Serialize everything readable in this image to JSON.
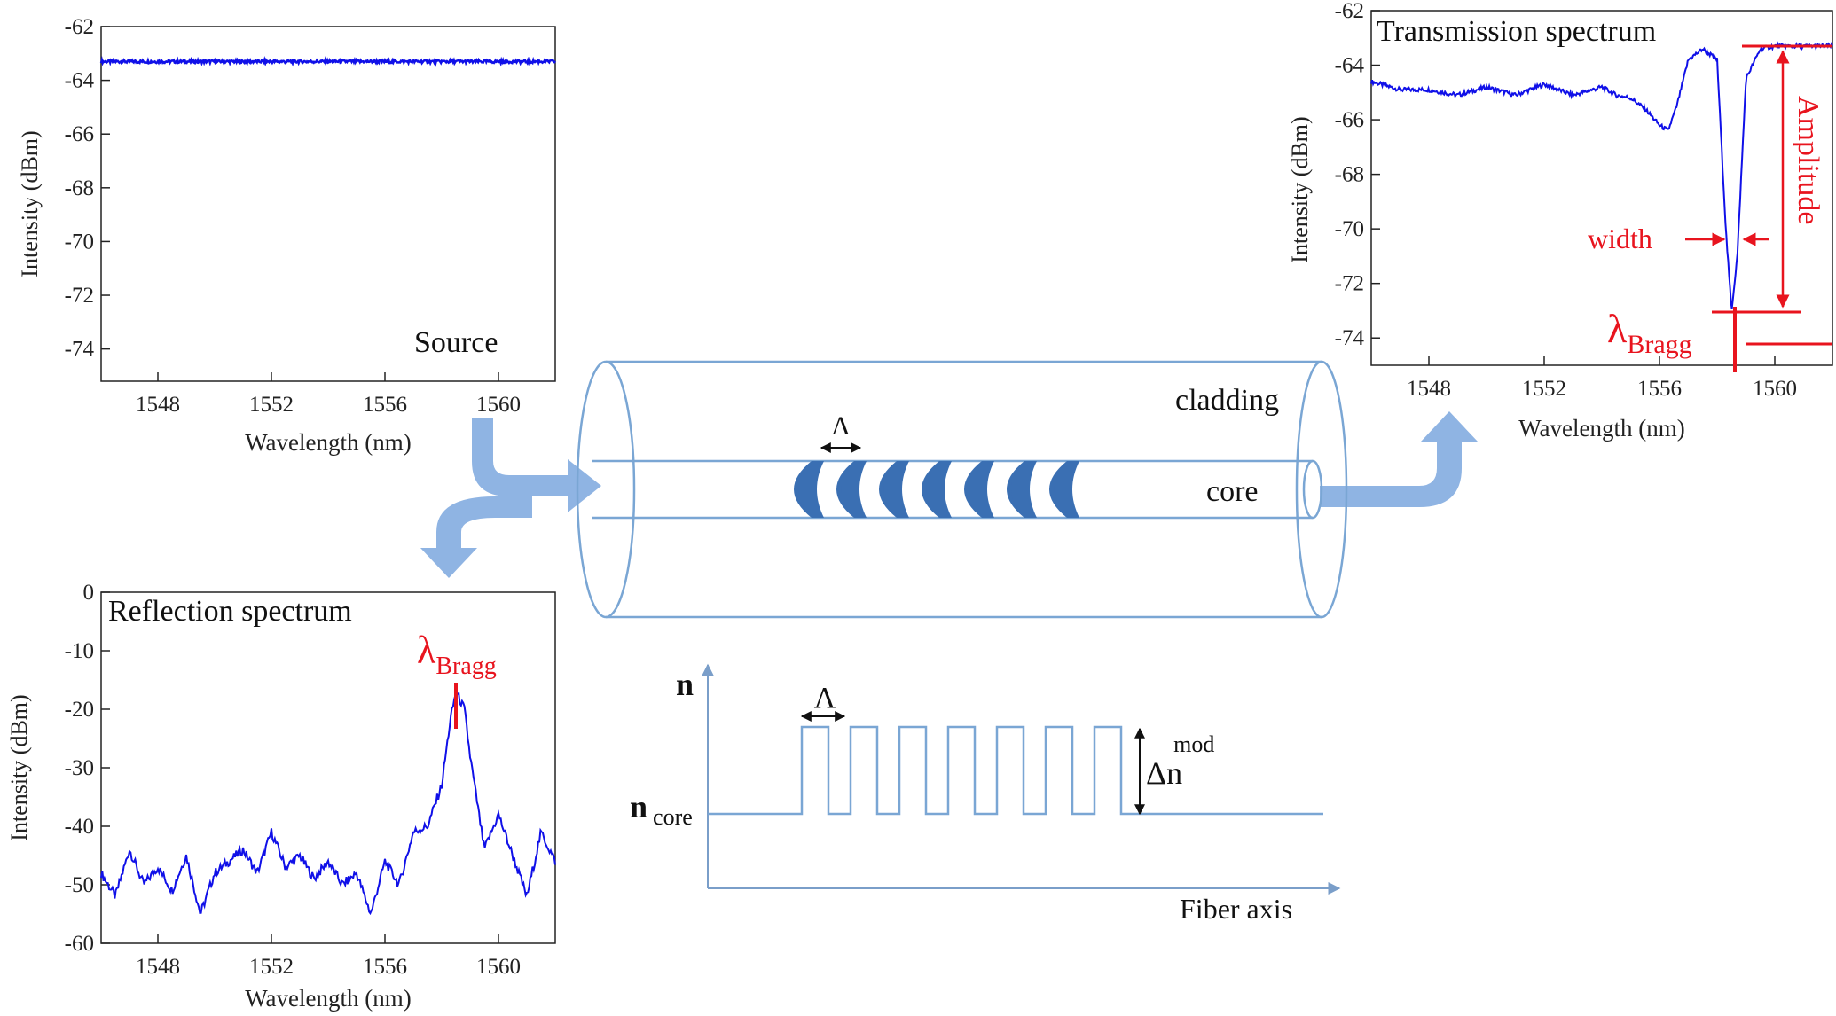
{
  "colors": {
    "spectrum": "#1010e8",
    "annotation": "#e8141e",
    "arrow": "#8fb4e3",
    "grating": "#3a6fb3",
    "fiber_outline": "#7aa6d4",
    "index_profile": "#7aa6d4"
  },
  "source_plot": {
    "title": "Source",
    "xlabel": "Wavelength (nm)",
    "ylabel": "Intensity (dBm)",
    "xticks": [
      "1548",
      "1552",
      "1556",
      "1560"
    ],
    "yticks": [
      "-62",
      "-64",
      "-66",
      "-68",
      "-70",
      "-72",
      "-74"
    ]
  },
  "reflection_plot": {
    "title": "Reflection spectrum",
    "xlabel": "Wavelength (nm)",
    "ylabel": "Intensity (dBm)",
    "xticks": [
      "1548",
      "1552",
      "1556",
      "1560"
    ],
    "yticks": [
      "0",
      "-10",
      "-20",
      "-30",
      "-40",
      "-50",
      "-60"
    ],
    "lambda_symbol": "λ",
    "lambda_sub": "Bragg"
  },
  "transmission_plot": {
    "title": "Transmission spectrum",
    "xlabel": "Wavelength (nm)",
    "ylabel": "Intensity (dBm)",
    "xticks": [
      "1548",
      "1552",
      "1556",
      "1560"
    ],
    "yticks": [
      "-62",
      "-64",
      "-66",
      "-68",
      "-70",
      "-72",
      "-74"
    ],
    "width_label": "width",
    "amplitude_label": "Amplitude",
    "lambda_symbol": "λ",
    "lambda_sub": "Bragg"
  },
  "fiber": {
    "cladding_label": "cladding",
    "core_label": "core",
    "period_symbol": "Λ"
  },
  "index_profile": {
    "n_label": "n",
    "n_core_main": "n",
    "n_core_sub": "core",
    "period_symbol": "Λ",
    "delta_main": "Δn",
    "delta_sup": "mod",
    "x_axis_label": "Fiber axis"
  },
  "chart_data": [
    {
      "type": "line",
      "title": "Source",
      "xlabel": "Wavelength (nm)",
      "ylabel": "Intensity (dBm)",
      "xlim": [
        1546,
        1562
      ],
      "ylim": [
        -75.2,
        -62
      ],
      "series": [
        {
          "x": [
            1546,
            1548,
            1550,
            1552,
            1554,
            1556,
            1558,
            1560,
            1562
          ],
          "values": [
            -63.3,
            -63.3,
            -63.3,
            -63.3,
            -63.3,
            -63.3,
            -63.3,
            -63.3,
            -63.3
          ]
        }
      ]
    },
    {
      "type": "line",
      "title": "Reflection spectrum",
      "xlabel": "Wavelength (nm)",
      "ylabel": "Intensity (dBm)",
      "xlim": [
        1546,
        1562
      ],
      "ylim": [
        -60,
        0
      ],
      "series": [
        {
          "x": [
            1546,
            1546.5,
            1547,
            1547.5,
            1548,
            1548.5,
            1549,
            1549.5,
            1550,
            1550.5,
            1551,
            1551.5,
            1552,
            1552.5,
            1553,
            1553.5,
            1554,
            1554.5,
            1555,
            1555.5,
            1556,
            1556.5,
            1557,
            1557.5,
            1558,
            1558.3,
            1558.5,
            1558.8,
            1559,
            1559.5,
            1560,
            1560.5,
            1561,
            1561.5,
            1562
          ],
          "values": [
            -48,
            -52,
            -44,
            -50,
            -47,
            -51,
            -45,
            -55,
            -48,
            -46,
            -44,
            -48,
            -41,
            -47,
            -45,
            -49,
            -46,
            -50,
            -48,
            -55,
            -46,
            -50,
            -41,
            -40,
            -33,
            -22,
            -17,
            -20,
            -28,
            -44,
            -38,
            -45,
            -52,
            -41,
            -46
          ]
        }
      ]
    },
    {
      "type": "line",
      "title": "Transmission spectrum",
      "xlabel": "Wavelength (nm)",
      "ylabel": "Intensity (dBm)",
      "xlim": [
        1546,
        1562
      ],
      "ylim": [
        -75,
        -62
      ],
      "series": [
        {
          "x": [
            1546,
            1547,
            1548,
            1549,
            1550,
            1551,
            1552,
            1553,
            1554,
            1554.5,
            1555,
            1555.5,
            1556,
            1556.3,
            1556.6,
            1557,
            1557.5,
            1558,
            1558.3,
            1558.5,
            1558.7,
            1559,
            1559.5,
            1560,
            1561,
            1562
          ],
          "values": [
            -64.6,
            -64.9,
            -64.9,
            -65.1,
            -64.8,
            -65.1,
            -64.7,
            -65.1,
            -64.8,
            -65.1,
            -65.2,
            -65.6,
            -66.2,
            -66.4,
            -65.5,
            -63.8,
            -63.4,
            -63.8,
            -70.0,
            -73.0,
            -71.0,
            -64.5,
            -63.4,
            -63.3,
            -63.3,
            -63.3
          ]
        }
      ]
    }
  ]
}
